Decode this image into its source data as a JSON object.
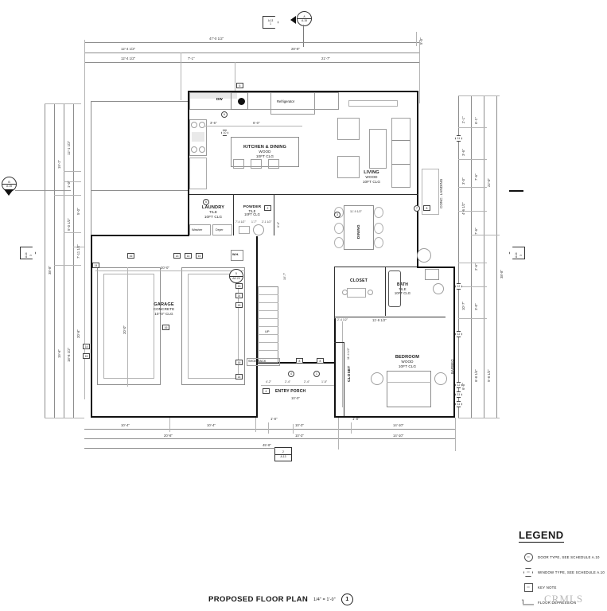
{
  "sheet": {
    "title": "PROPOSED FLOOR PLAN",
    "scale": "1/4\" = 1'-0\"",
    "detail_number": "1",
    "watermark": "CRMLS"
  },
  "legend": {
    "heading": "LEGEND",
    "items": [
      {
        "symbol": "circle",
        "tag": "XX",
        "text": "DOOR TYPE, SEE SCHEDULE A.10"
      },
      {
        "symbol": "hex",
        "tag": "XX",
        "text": "WINDOW TYPE, SEE SCHEDULE A.10"
      },
      {
        "symbol": "square",
        "tag": "XX",
        "text": "KEY NOTE"
      },
      {
        "symbol": "depression",
        "tag": "1\"",
        "text": "FLOOR DEPRESSION"
      }
    ]
  },
  "rooms": [
    {
      "name": "KITCHEN & DINING",
      "finish": "WOOD",
      "ceiling": "10FT CLG"
    },
    {
      "name": "LIVING",
      "finish": "WOOD",
      "ceiling": "10FT CLG"
    },
    {
      "name": "LAUNDRY",
      "finish": "TILE",
      "ceiling": "10FT CLG"
    },
    {
      "name": "POWDER",
      "finish": "TILE",
      "ceiling": "10FT CLG"
    },
    {
      "name": "GARAGE",
      "finish": "CONCRETE",
      "ceiling": "10'-0\" CLG"
    },
    {
      "name": "BATH",
      "finish": "TILE",
      "ceiling": "10FT CLG"
    },
    {
      "name": "BEDROOM",
      "finish": "WOOD",
      "ceiling": "10FT CLG"
    }
  ],
  "labels": {
    "dishwasher": "DW",
    "refrigerator": "Refrigerator",
    "washer": "Washer",
    "dryer": "Dryer",
    "water_heater": "W.H.",
    "dining": "DINING",
    "closet_1": "CLOSET",
    "closet_2": "CLOSET",
    "conc_landing": "CONC. LANDING",
    "shoe_rack": "SHOE RACK",
    "entry_porch": "ENTRY PORCH",
    "entry_porch_dim": "10'-0\"",
    "up": "UP",
    "ad20": "AD.20",
    "ad20_num": "5",
    "barbeque": "BARBEQ"
  },
  "dimensions": {
    "top_overall": "47'-0 1/2\"",
    "top_row2": [
      "12'-4 1/2\"",
      "28'-8\""
    ],
    "top_row3": [
      "12'-4 1/2\"",
      "7'-1\"",
      "21'-7\""
    ],
    "top_right_short": "5'-0\"",
    "left_overall": "38'-8\"",
    "left_row2": [
      "19'-1\"",
      "19'-6\""
    ],
    "left_row3": [
      "12'-1 1/2\"",
      "1'-0\"",
      "5'-0 1/2\"",
      "18'-8 1/2\""
    ],
    "left_row4": [
      "5'-0\"",
      "7'-11 1/2\"",
      "20'-8\""
    ],
    "right_overall": "38'-8\"",
    "right_row2": [
      "22'-0\"",
      "5'-8 1/2\""
    ],
    "right_row3": [
      "6'-1\"",
      "7'-6\"",
      "7'-6\"",
      "2'-6\"",
      "3'-0\"",
      "6'-8 1/4\""
    ],
    "right_inner": [
      "2'-1\"",
      "3'-6\"",
      "3'-0\"",
      "4'-6 1/2\"",
      "10'-7\"",
      "6'-8\""
    ],
    "bottom_row1": [
      "10'-4\"",
      "10'-4\"",
      "1'-8\"",
      "10'-3\"",
      "1'-8\"",
      "14'-10\""
    ],
    "bottom_row2": [
      "20'-8\"",
      "10'-3\"",
      "14'-10\""
    ],
    "bottom_overall": "45'-8\"",
    "interior": {
      "kitchen_a": "3'-6\"",
      "kitchen_b": "6'-0\"",
      "garage_width": "20'-0\"",
      "garage_depth": "20'-0\"",
      "laundry_run": [
        "7'-4 1/2\"",
        "1'-7\"",
        "2'-1 1/2\""
      ],
      "bath_run": "11'-9 1/2\"",
      "closet_small": "2'-4 1/2\"",
      "bedroom_depth": "11'-4 1/2\"",
      "porch_run": [
        "4'-2\"",
        "2'-4\"",
        "2'-4\"",
        "1'-5\""
      ],
      "powder_vert": "6'-6\"",
      "stair_vert": "10'-7\""
    }
  },
  "markers": {
    "top_pent": {
      "upper": "A.13",
      "lower": "1"
    },
    "top_section": {
      "upper": "A",
      "lower": "A.15"
    },
    "left_section": {
      "upper": "B",
      "lower": "A.15"
    },
    "left_pent": {
      "upper": "A.14",
      "lower": "3"
    },
    "right_pent": {
      "upper": "A.14",
      "lower": "3"
    },
    "bottom_section": {
      "upper": "2",
      "lower": "A.13"
    }
  }
}
